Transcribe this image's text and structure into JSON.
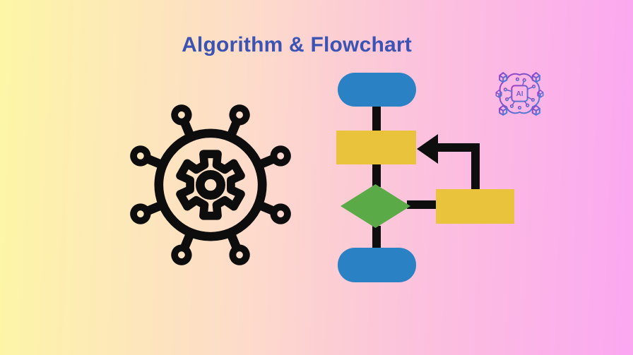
{
  "title": {
    "text": "Algorithm & Flowchart",
    "color": "#3b53b3"
  },
  "background": {
    "stop1": "#fdf6a6",
    "stop2": "#fddcc9",
    "stop3": "#fcc2dd",
    "stop4": "#fba7f1"
  },
  "icons": {
    "gear_network": {
      "name": "gear-network-icon",
      "color": "#0d0d0d"
    },
    "ai_chip": {
      "name": "ai-chip-icon",
      "label": "AI",
      "gradient_start": "#a238c2",
      "gradient_end": "#3f8ad8"
    }
  },
  "flowchart": {
    "colors": {
      "terminator": "#2a82c5",
      "process": "#e9c33c",
      "decision": "#5aab48",
      "connector": "#0e0e0e"
    },
    "nodes": [
      {
        "id": "start",
        "type": "terminator",
        "shape": "rounded"
      },
      {
        "id": "process-1",
        "type": "process",
        "shape": "rectangle"
      },
      {
        "id": "decision-1",
        "type": "decision",
        "shape": "diamond"
      },
      {
        "id": "process-2",
        "type": "process",
        "shape": "rectangle"
      },
      {
        "id": "end",
        "type": "terminator",
        "shape": "rounded"
      }
    ]
  }
}
